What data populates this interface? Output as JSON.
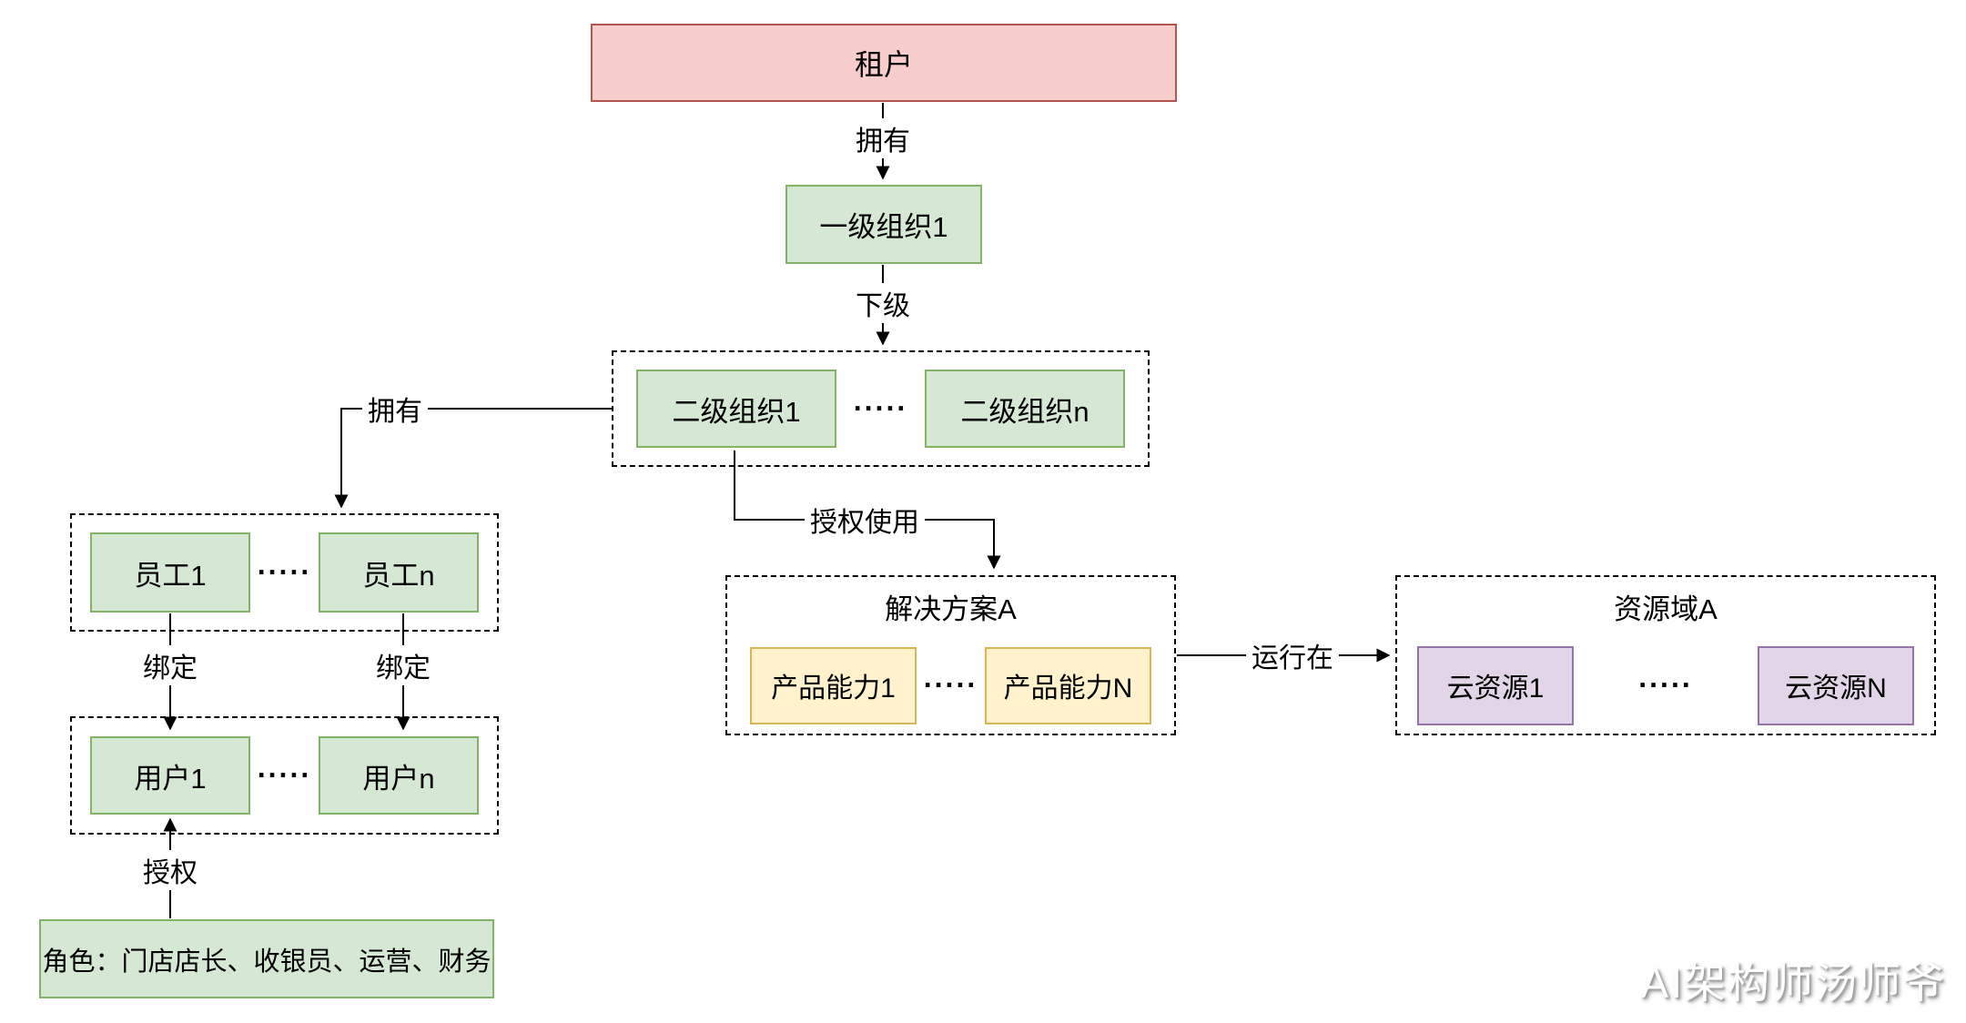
{
  "diagram": {
    "tenant": {
      "label": "租户"
    },
    "org1": {
      "label": "一级组织1"
    },
    "level2_group": {
      "items": [
        "二级组织1",
        "二级组织n"
      ],
      "dots": "....."
    },
    "employees_group": {
      "items": [
        "员工1",
        "员工n"
      ],
      "dots": "....."
    },
    "users_group": {
      "items": [
        "用户1",
        "用户n"
      ],
      "dots": "....."
    },
    "roles": {
      "label": "角色：门店店长、收银员、运营、财务"
    },
    "solution": {
      "title": "解决方案A",
      "items": [
        "产品能力1",
        "产品能力N"
      ],
      "dots": "....."
    },
    "resources": {
      "title": "资源域A",
      "items": [
        "云资源1",
        "云资源N"
      ],
      "dots": "....."
    },
    "edges": {
      "owns_top": "拥有",
      "subordinate": "下级",
      "owns_left": "拥有",
      "bind_1": "绑定",
      "bind_n": "绑定",
      "authorize": "授权",
      "authorized_use": "授权使用",
      "runs_on": "运行在"
    },
    "watermark": "AI架构师汤师爷",
    "colors": {
      "tenant_fill": "#f8cecc",
      "tenant_border": "#b85450",
      "org_fill": "#d5e8d4",
      "org_border": "#82b366",
      "capability_fill": "#fff2cc",
      "capability_border": "#d6b656",
      "resource_fill": "#e1d5e7",
      "resource_border": "#9673a6",
      "line": "#000000"
    }
  }
}
